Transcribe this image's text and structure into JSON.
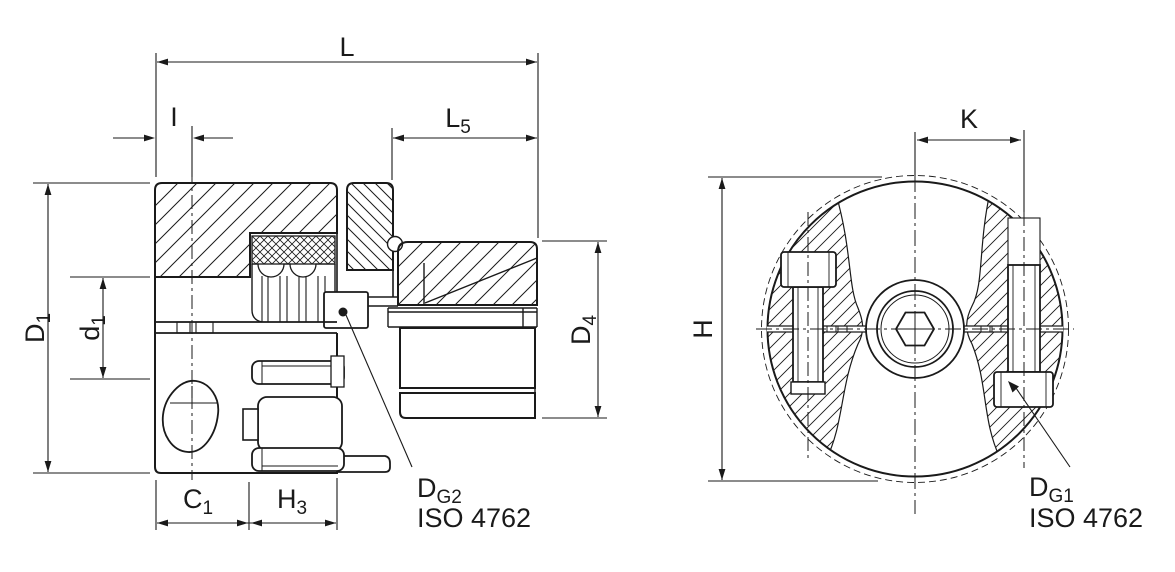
{
  "page": {
    "background": "#ffffff",
    "line_color": "#1a1a1a"
  },
  "dims": {
    "L": {
      "main": "L",
      "sub": ""
    },
    "I": {
      "main": "I",
      "sub": ""
    },
    "L5": {
      "main": "L",
      "sub": "5"
    },
    "D1": {
      "main": "D",
      "sub": "1"
    },
    "d1": {
      "main": "d",
      "sub": "1"
    },
    "D4": {
      "main": "D",
      "sub": "4"
    },
    "C1": {
      "main": "C",
      "sub": "1"
    },
    "H3": {
      "main": "H",
      "sub": "3"
    },
    "K": {
      "main": "K",
      "sub": ""
    },
    "H": {
      "main": "H",
      "sub": ""
    },
    "DG2": {
      "main": "D",
      "sub": "G2",
      "iso": "ISO 4762"
    },
    "DG1": {
      "main": "D",
      "sub": "G1",
      "iso": "ISO 4762"
    }
  }
}
